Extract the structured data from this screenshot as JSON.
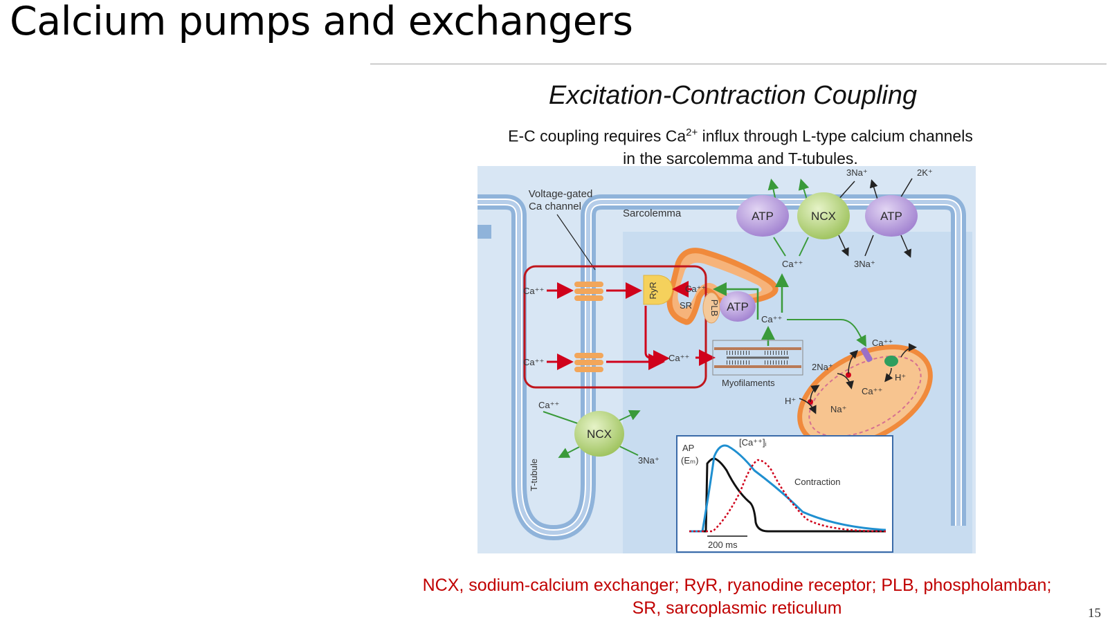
{
  "slide": {
    "title": "Calcium pumps and exchangers",
    "page_number": "15"
  },
  "figure": {
    "title": "Excitation-Contraction Coupling",
    "subtitle": {
      "part1": "E-C coupling requires Ca",
      "superscript": "2+",
      "part2": " influx through L-type calcium channels",
      "line2": "in the sarcolemma and T-tubules."
    },
    "labels": {
      "voltage_gated_1": "Voltage-gated",
      "voltage_gated_2": "Ca channel",
      "sarcolemma": "Sarcolemma",
      "atp_pump_left": "ATP",
      "ncx_top": "NCX",
      "atp_pump_right": "ATP",
      "three_na_top": "3Na⁺",
      "two_k": "2K⁺",
      "ca_under_pumps": "Ca⁺⁺",
      "three_na_under": "3Na⁺",
      "ca_in_upper": "Ca⁺⁺",
      "ca_in_lower": "Ca⁺⁺",
      "ryr": "RyR",
      "ca_sr": "Ca⁺⁺",
      "sr": "SR",
      "plb": "PLB",
      "atp_serca": "ATP",
      "ca_cytosol": "Ca⁺⁺",
      "ca_to_myo": "Ca⁺⁺",
      "myofilaments": "Myofilaments",
      "ca_mito_top": "Ca⁺⁺",
      "two_na_mito": "2Na⁺",
      "h_mito_right": "H⁺",
      "ca_mito_inner": "Ca⁺⁺",
      "h_mito_left": "H⁺",
      "na_mito": "Na⁺",
      "ca_ncx_bottom": "Ca⁺⁺",
      "ncx_bottom": "NCX",
      "three_na_bottom": "3Na⁺",
      "t_tubule": "T-tubule"
    },
    "inset": {
      "ap_label": "AP",
      "em_label": "(Eₘ)",
      "ca_i_label": "[Ca⁺⁺]ᵢ",
      "contraction_label": "Contraction",
      "scale_label": "200 ms"
    }
  },
  "caption": {
    "line1": "NCX, sodium-calcium exchanger; RyR, ryanodine receptor; PLB, phospholamban;",
    "line2": "SR, sarcoplasmic reticulum"
  },
  "colors": {
    "caption_red": "#c00000",
    "membrane_blue": "#8fb3da",
    "cytosol": "#cfe0f2",
    "ca_arrow_red": "#d0021b",
    "flow_green": "#3a9a3a",
    "highlight_box": "#c0161c",
    "atp_purple": "#b59ad8",
    "ncx_green": "#b8d67a",
    "sr_orange": "#f08a3c",
    "contraction_red": "#d0021b",
    "calcium_trace": "#1f8fd0"
  }
}
